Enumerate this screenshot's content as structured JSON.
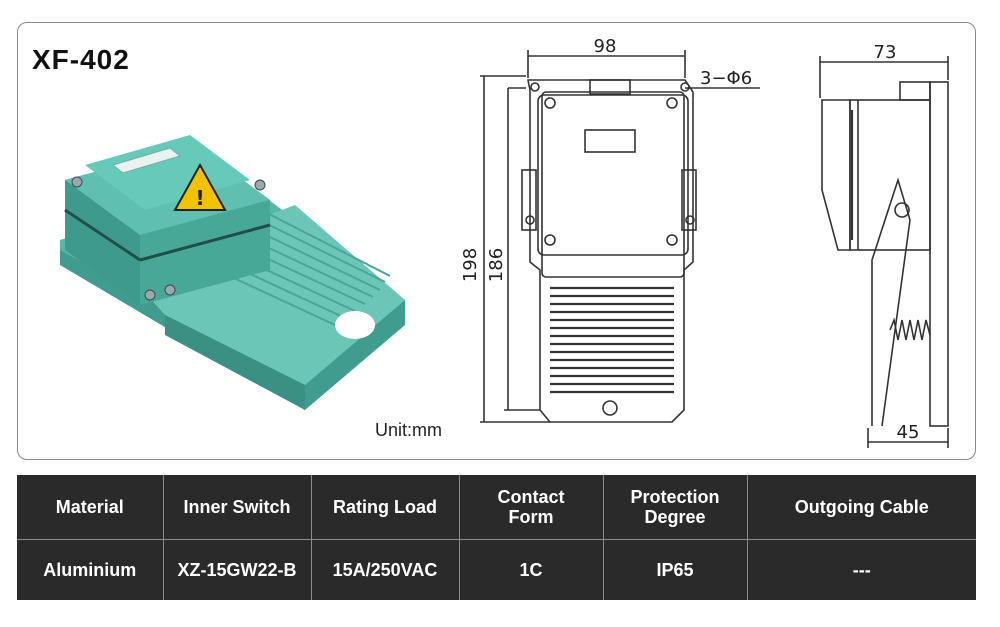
{
  "model": "XF-402",
  "unit_label": "Unit:mm",
  "drawing": {
    "width_dim": "98",
    "holes_dim": "3−Φ6",
    "height_outer_dim": "198",
    "height_inner_dim": "186",
    "side_depth_dim": "73",
    "base_dim": "45"
  },
  "colors": {
    "housing": "#4fb3a4",
    "table_bg": "#2a2a2a",
    "warning": "#f2c200"
  },
  "table": {
    "headers": [
      "Material",
      "Inner Switch",
      "Rating Load",
      "Contact\nForm",
      "Protection\nDegree",
      "Outgoing Cable"
    ],
    "rows": [
      [
        "Aluminium",
        "XZ-15GW22-B",
        "15A/250VAC",
        "1C",
        "IP65",
        "---"
      ]
    ]
  }
}
